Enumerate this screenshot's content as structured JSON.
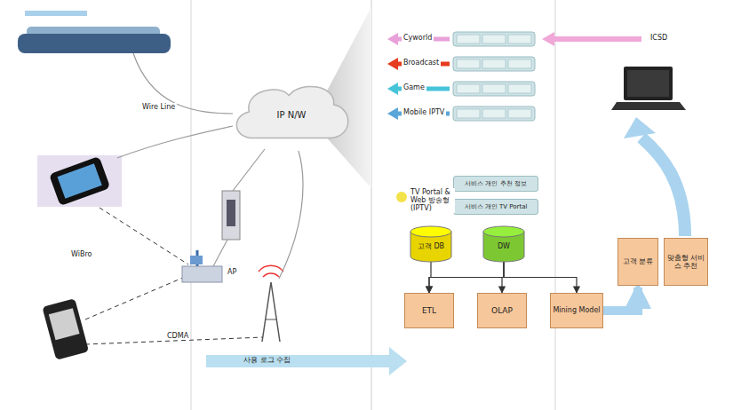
{
  "diagram": {
    "nodes": [
      {
        "text": [
          "IP N/W"
        ]
      },
      {
        "text": [
          "고객 DB"
        ]
      },
      {
        "text": [
          "DW"
        ]
      },
      {
        "text": [
          "ETL"
        ]
      },
      {
        "text": [
          "OLAP"
        ]
      },
      {
        "text": [
          "Mining Model"
        ]
      },
      {
        "text": [
          "고객 분류"
        ]
      },
      {
        "text": [
          "맞춤형 서비스 추천"
        ]
      },
      {
        "text": [
          "서비스 개인 추천 정보"
        ]
      },
      {
        "text": [
          "서비스 개인 TV Portal"
        ]
      }
    ],
    "edges": [
      {
        "from": 1,
        "to": 3,
        "arrow": "to"
      },
      {
        "from": 2,
        "to": 3,
        "arrow": "to"
      },
      {
        "from": 2,
        "to": 4,
        "arrow": "to"
      },
      {
        "from": 2,
        "to": 5,
        "arrow": "to"
      },
      {
        "from": 5,
        "to": 6,
        "arrow": "to"
      }
    ],
    "labels": [
      "Wire Line",
      "WiBro",
      "CDMA",
      "사용 로그 수집",
      "Cyworld",
      "Broadcast",
      "Game",
      "Mobile IPTV",
      "ICSD",
      "TV Portal & Web 방송형 (IPTV)",
      "AP"
    ]
  }
}
